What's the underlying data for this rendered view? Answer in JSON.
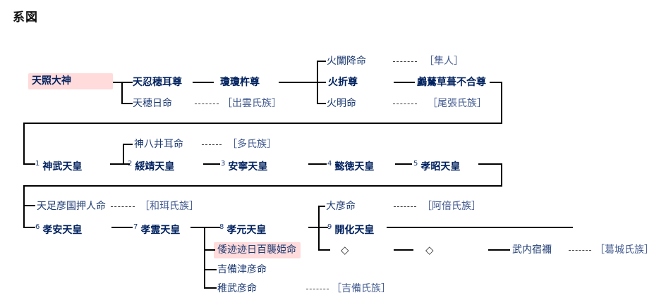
{
  "title": "系図",
  "colors": {
    "highlight": "#ffdbdb",
    "main_name": "#00215e",
    "person_name": "#1c3a72",
    "clan_name": "#41598f",
    "line": "#000000"
  },
  "people": {
    "amaterasu": "天照大神",
    "oshihomimi": "天忍穂耳尊",
    "ninigi": "瓊瓊杵尊",
    "hosuseri": "火闌降命",
    "hoori": "火折尊",
    "hoakari": "火明命",
    "amenohohi": "天穂日命",
    "ugayafukiaezu": "鸕鶿草葺不合尊",
    "kamuyaimimi": "神八井耳命",
    "ametarashihiko": "天足彦国押人命",
    "oohiko": "大彦命",
    "momosohime": "倭迹迹日百襲姫命",
    "kibitsuhiko": "吉備津彦命",
    "wakatakehiko": "稚武彦命",
    "takeuchi": "武内宿禰",
    "unnamed1": "◇",
    "unnamed2": "◇"
  },
  "emperors": [
    {
      "num": "1",
      "name": "神武天皇"
    },
    {
      "num": "2",
      "name": "綏靖天皇"
    },
    {
      "num": "3",
      "name": "安寧天皇"
    },
    {
      "num": "4",
      "name": "懿徳天皇"
    },
    {
      "num": "5",
      "name": "孝昭天皇"
    },
    {
      "num": "6",
      "name": "孝安天皇"
    },
    {
      "num": "7",
      "name": "孝霊天皇"
    },
    {
      "num": "8",
      "name": "孝元天皇"
    },
    {
      "num": "9",
      "name": "開化天皇"
    }
  ],
  "clans": {
    "hayato": "［隼人］",
    "izumo": "［出雲氏族］",
    "owari": "［尾張氏族］",
    "oo": "［多氏族］",
    "wani": "［和珥氏族］",
    "abe": "［阿倍氏族］",
    "kibi": "［吉備氏族］",
    "katsuragi": "［葛城氏族］"
  }
}
